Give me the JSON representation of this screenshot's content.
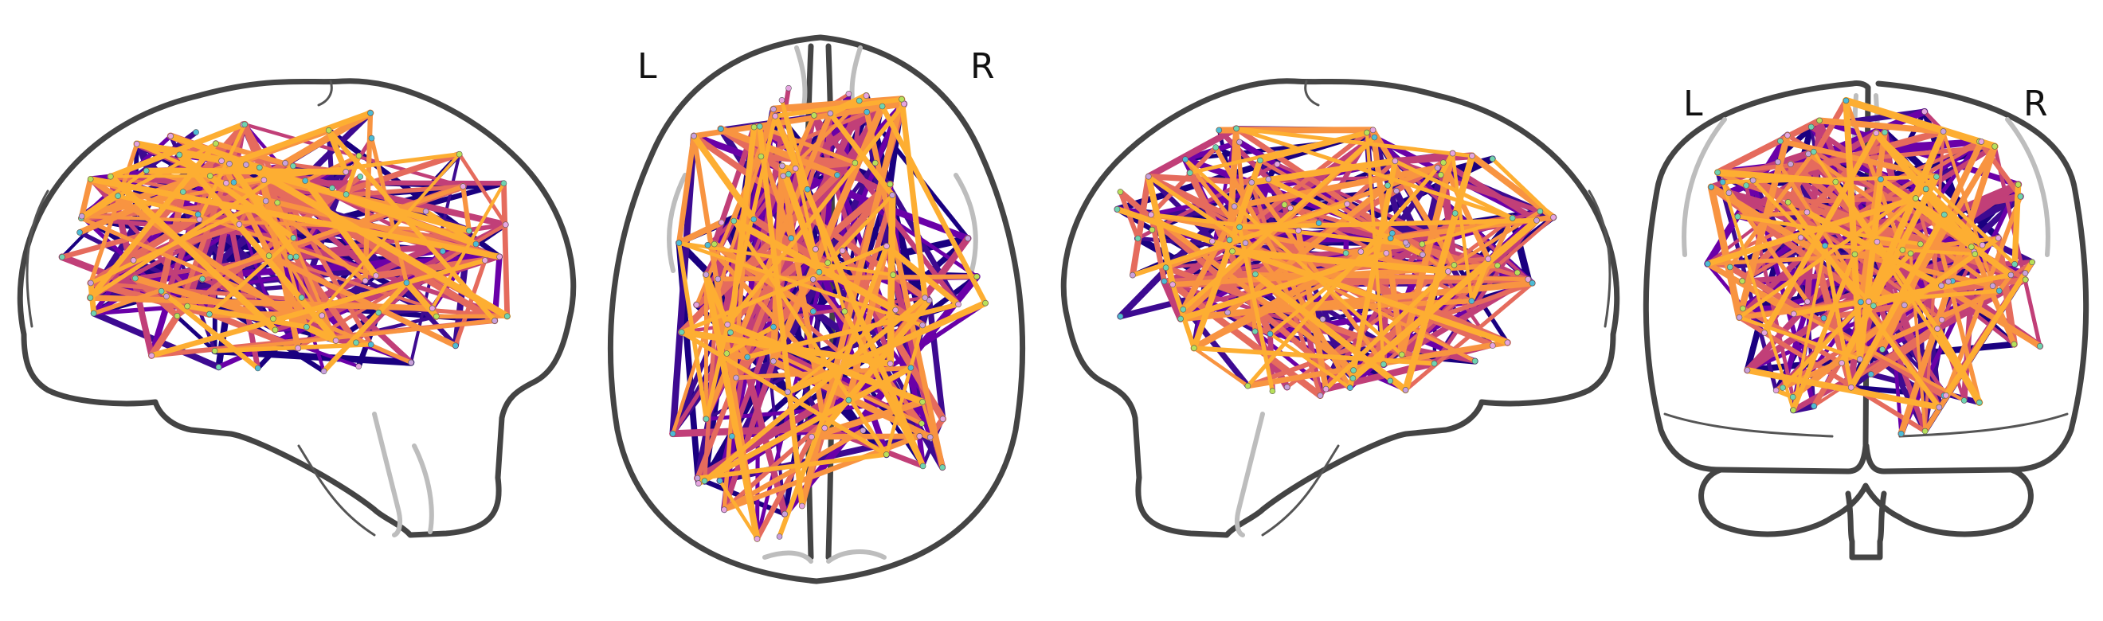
{
  "views": [
    {
      "id": "sagittal-left",
      "labels": []
    },
    {
      "id": "axial",
      "labels": [
        {
          "side": "left",
          "text": "L"
        },
        {
          "side": "right",
          "text": "R"
        }
      ]
    },
    {
      "id": "sagittal-right",
      "labels": []
    },
    {
      "id": "coronal",
      "labels": [
        {
          "side": "left",
          "text": "L"
        },
        {
          "side": "right",
          "text": "R"
        }
      ]
    }
  ],
  "colors": {
    "outline": "#444444",
    "edge_colormap": [
      "#1a0080",
      "#3d0a91",
      "#6a00a8",
      "#c13f78",
      "#e56b5d",
      "#f89441",
      "#fdae32"
    ],
    "node_colors": [
      "#6fd3b0",
      "#c9a0dc",
      "#4dbbd5",
      "#b8e05a",
      "#e6a4e0"
    ]
  }
}
